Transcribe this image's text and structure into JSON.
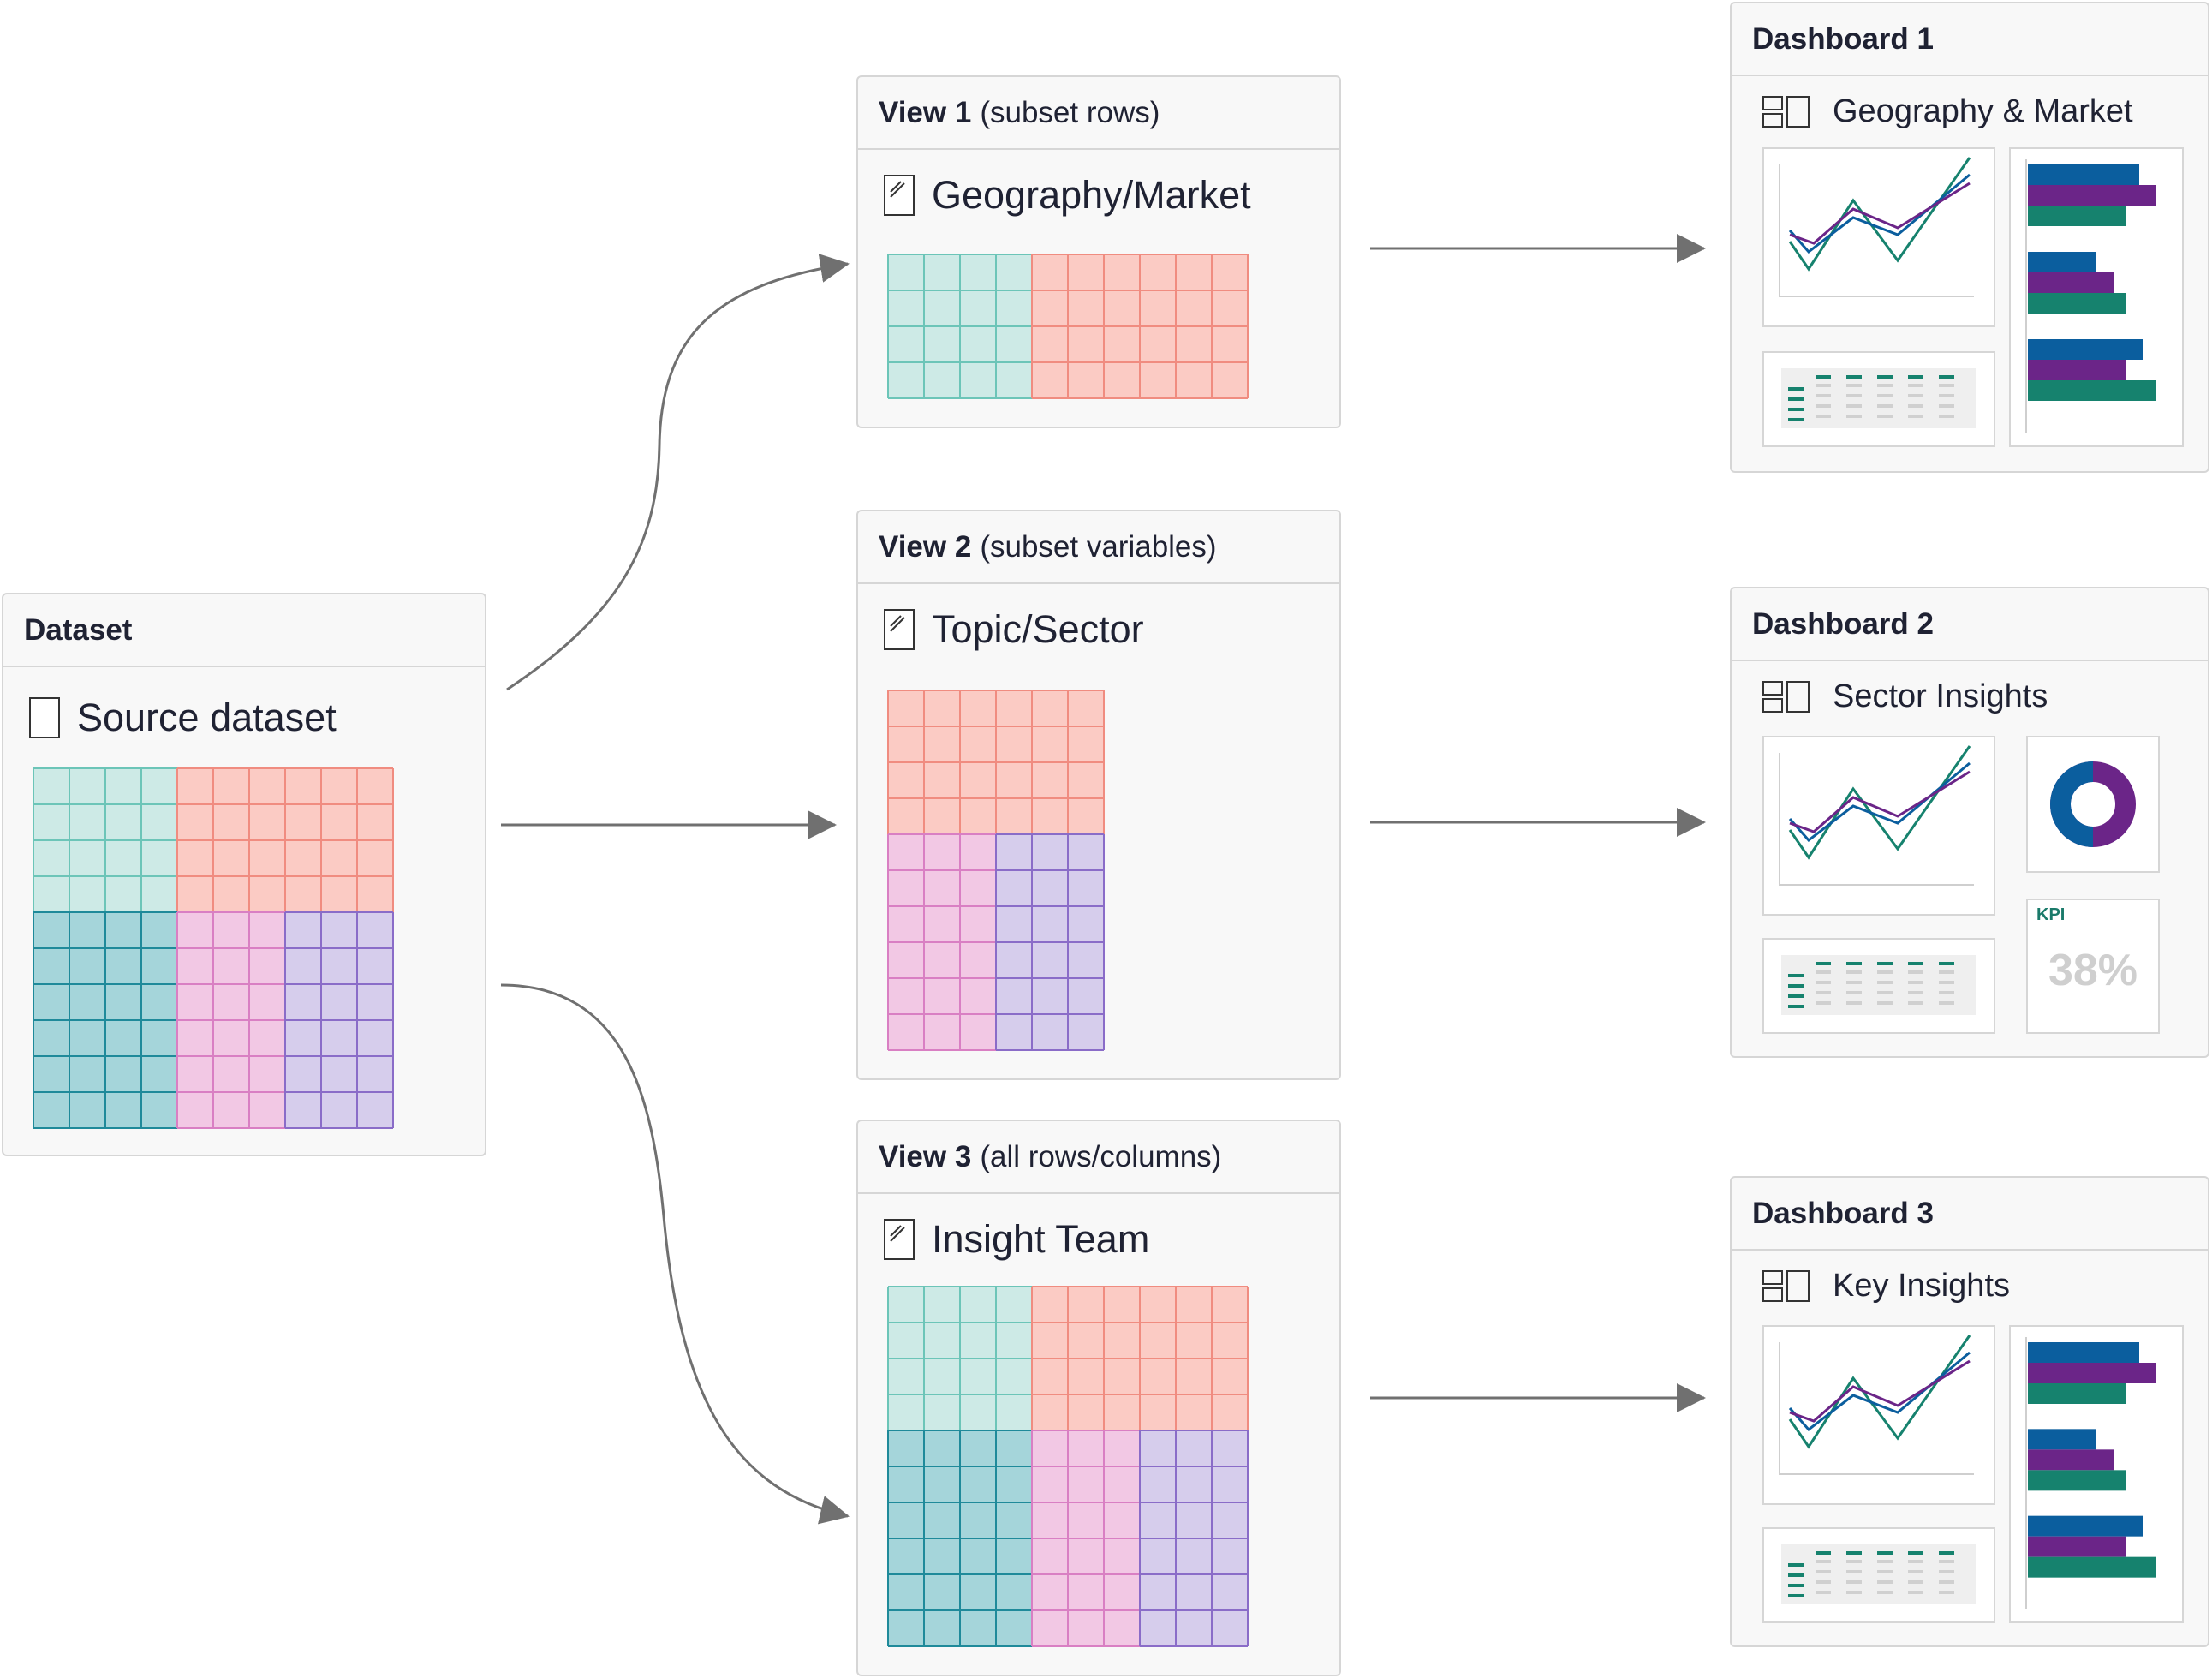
{
  "dataset": {
    "header": "Dataset",
    "title": "Source dataset"
  },
  "views": [
    {
      "header_bold": "View 1",
      "header_sub": "(subset rows)",
      "title": "Geography/Market"
    },
    {
      "header_bold": "View 2",
      "header_sub": "(subset variables)",
      "title": "Topic/Sector"
    },
    {
      "header_bold": "View 3",
      "header_sub": "(all rows/columns)",
      "title": "Insight Team"
    }
  ],
  "dashboards": [
    {
      "header": "Dashboard 1",
      "title": "Geography & Market"
    },
    {
      "header": "Dashboard 2",
      "title": "Sector Insights",
      "kpi_label": "KPI",
      "kpi_value": "38%"
    },
    {
      "header": "Dashboard 3",
      "title": "Key Insights"
    }
  ],
  "colors": {
    "teal_light": "#cdeae6",
    "teal_light_line": "#6cc5b8",
    "salmon": "#fbcbc4",
    "salmon_line": "#f08c80",
    "teal_dark": "#a5d5da",
    "teal_dark_line": "#1f8a9a",
    "pink": "#f2c8e4",
    "pink_line": "#d97fc3",
    "lavender": "#d6cdec",
    "lavender_line": "#8a6cc8",
    "series_blue": "#0b5e9e",
    "series_purple": "#6b2588",
    "series_green": "#16826e",
    "arrow": "#707070"
  }
}
